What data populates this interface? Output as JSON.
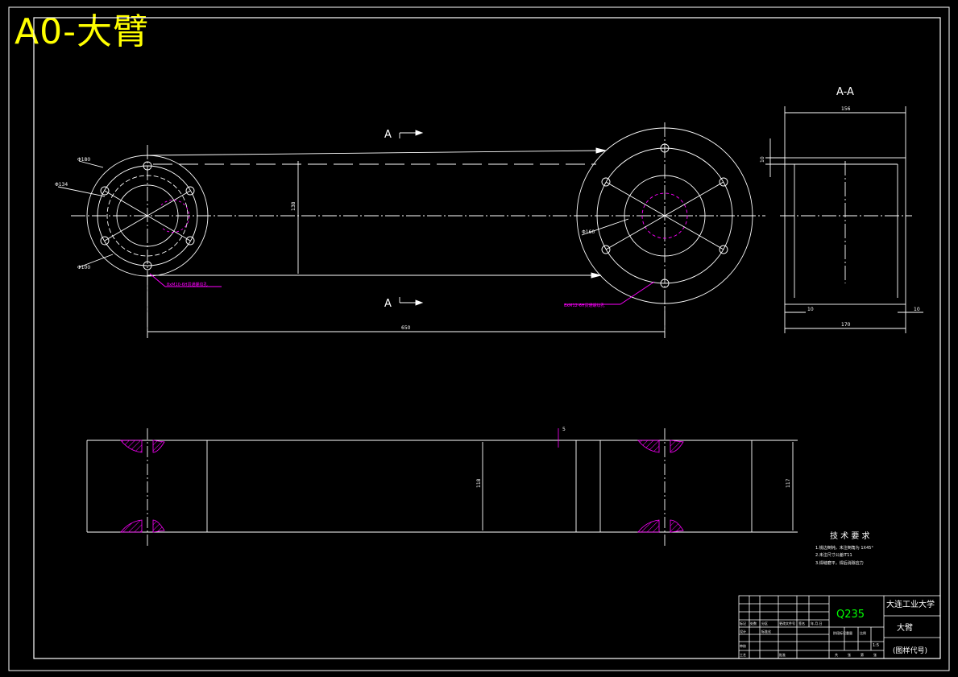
{
  "sheet_title": "A0-大臂",
  "section": {
    "label": "A-A",
    "cut_mark": "A",
    "dim_width": "156",
    "dim_top": "10",
    "dim_bottom": "170",
    "dim_left_wall": "10",
    "dim_right_wall": "10"
  },
  "plan_view": {
    "dia_left_outer": "Φ180",
    "dia_left_mid": "Φ134",
    "dia_left_inner": "Φ100",
    "dia_right": "Φ160",
    "arm_height": "138",
    "center_distance": "650",
    "note_left": "8xM10-6H贯通螺纹孔",
    "note_right": "8xM12-6H贯通螺纹孔"
  },
  "side_view": {
    "height_mid": "118",
    "height_right": "117",
    "step": "5"
  },
  "tech_requirements": {
    "heading": "技 术 要 求",
    "items": [
      "1.锐边倒钝，未注倒角为 1X45°",
      "2.未注尺寸公差IT11",
      "3.焊缝磨平，焊后消除应力"
    ]
  },
  "title_block": {
    "material": "Q235",
    "school": "大连工业大学",
    "part_name": "大臂",
    "drawing_code": "(图样代号)",
    "scale": "1:5",
    "row_labels": [
      "标记",
      "处数",
      "分区",
      "更改文件号",
      "签名",
      "年.月.日"
    ],
    "role_labels": [
      "设计",
      "标准化",
      "阶段标记",
      "重量",
      "比例",
      "审核",
      "工艺",
      "批准"
    ],
    "footer_labels": [
      "共",
      "张",
      "第",
      "张"
    ]
  },
  "colors": {
    "lines": "#ffffff",
    "title": "#ffff00",
    "annotation": "#ff00ff",
    "material": "#00ff00"
  }
}
